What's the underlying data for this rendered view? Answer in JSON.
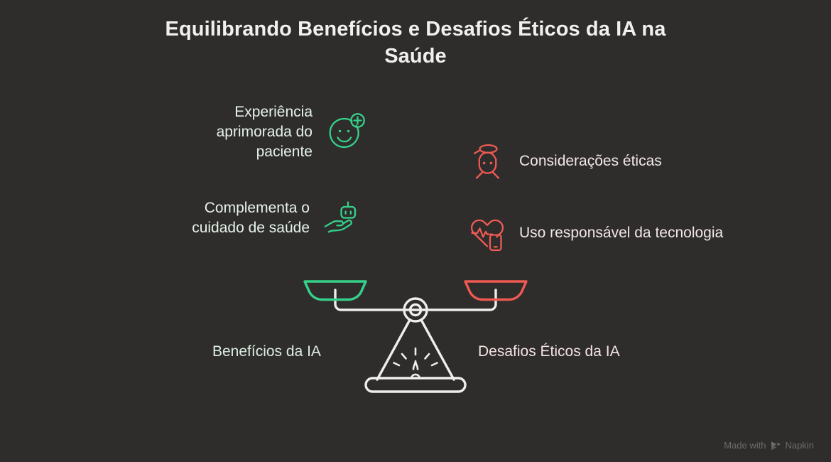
{
  "title": "Equilibrando Benefícios e Desafios Éticos da IA na Saúde",
  "colors": {
    "background": "#2e2d2c",
    "benefit_accent": "#35d18a",
    "challenge_accent": "#ee5a52",
    "neutral": "#f0eeec",
    "title_text": "#f2f0ee",
    "watermark_text": "#6f6d6b"
  },
  "benefits": {
    "caption": "Benefícios da IA",
    "items": [
      {
        "label": "Experiência aprimorada do paciente",
        "icon": "smiley-plus-icon"
      },
      {
        "label": "Complementa o cuidado de saúde",
        "icon": "hand-robot-icon"
      }
    ]
  },
  "challenges": {
    "caption": "Desafios Éticos da IA",
    "items": [
      {
        "label": "Considerações éticas",
        "icon": "angel-halo-icon"
      },
      {
        "label": "Uso responsável da tecnologia",
        "icon": "heart-pulse-phone-icon"
      }
    ]
  },
  "scale": {
    "left_pan_color": "#35d18a",
    "right_pan_color": "#ee5a52",
    "frame_color": "#f0eeec"
  },
  "watermark": {
    "text_before": "Made with",
    "brand": "Napkin",
    "logo": "napkin-chevron-logo"
  }
}
